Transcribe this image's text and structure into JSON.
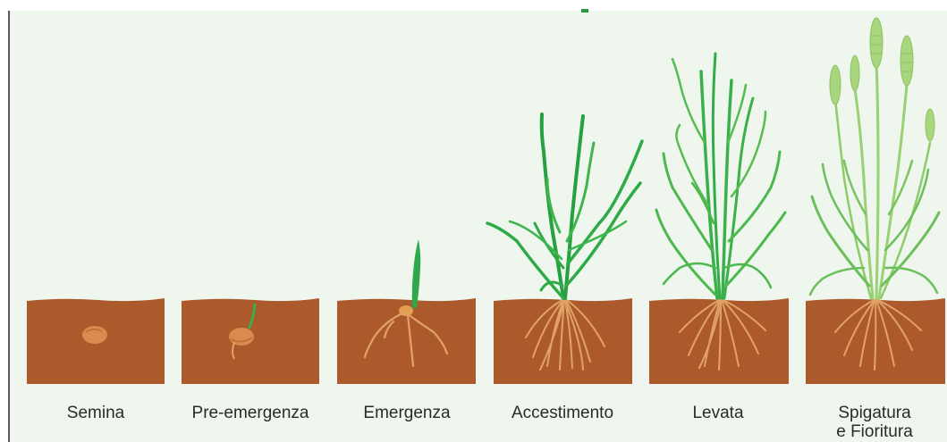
{
  "diagram": {
    "stages": [
      {
        "id": "semina",
        "lines": [
          "Semina"
        ]
      },
      {
        "id": "pre-emergenza",
        "lines": [
          "Pre-emergenza"
        ]
      },
      {
        "id": "emergenza",
        "lines": [
          "Emergenza"
        ]
      },
      {
        "id": "accestimento",
        "lines": [
          "Accestimento"
        ]
      },
      {
        "id": "levata",
        "lines": [
          "Levata"
        ]
      },
      {
        "id": "spigatura",
        "lines": [
          "Spigatura",
          "e Fioritura"
        ]
      }
    ],
    "colors": {
      "background": "#eef6ee",
      "soil": "#ac5a2c",
      "soil_edge": "#9a4d24",
      "root": "#e2a266",
      "seed": "#d98a4e",
      "sprout": "#2ea84a",
      "leaf_dark": "#27a040",
      "leaf_mid": "#4cb84e",
      "leaf_light": "#93cf6a",
      "ear": "#a9d57c",
      "label_text": "#2a2a2a"
    }
  }
}
